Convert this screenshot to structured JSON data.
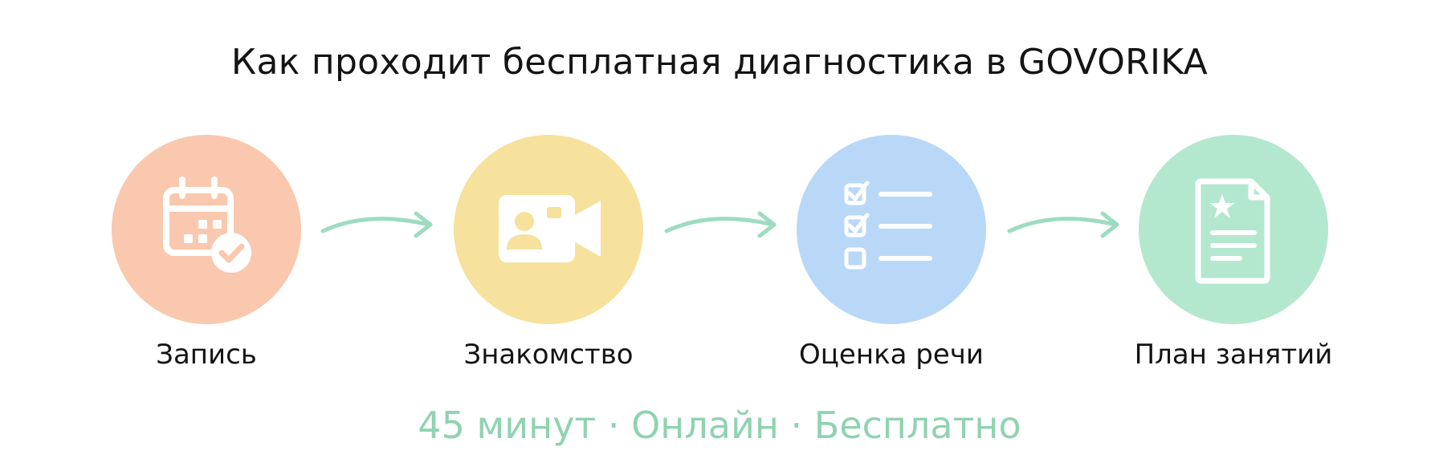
{
  "title": "Как проходит бесплатная диагностика в GOVORIKA",
  "steps": [
    {
      "label": "Запись",
      "icon": "calendar-check-icon",
      "color": "#f9c8ae"
    },
    {
      "label": "Знакомство",
      "icon": "video-call-icon",
      "color": "#f6e19d"
    },
    {
      "label": "Оценка речи",
      "icon": "checklist-icon",
      "color": "#b9d8f7"
    },
    {
      "label": "План занятий",
      "icon": "document-star-icon",
      "color": "#b3e8cf"
    }
  ],
  "arrow_color": "#9ddcc0",
  "tagline": "45 минут · Онлайн · Бесплатно",
  "tagline_color": "#8fd3b0"
}
